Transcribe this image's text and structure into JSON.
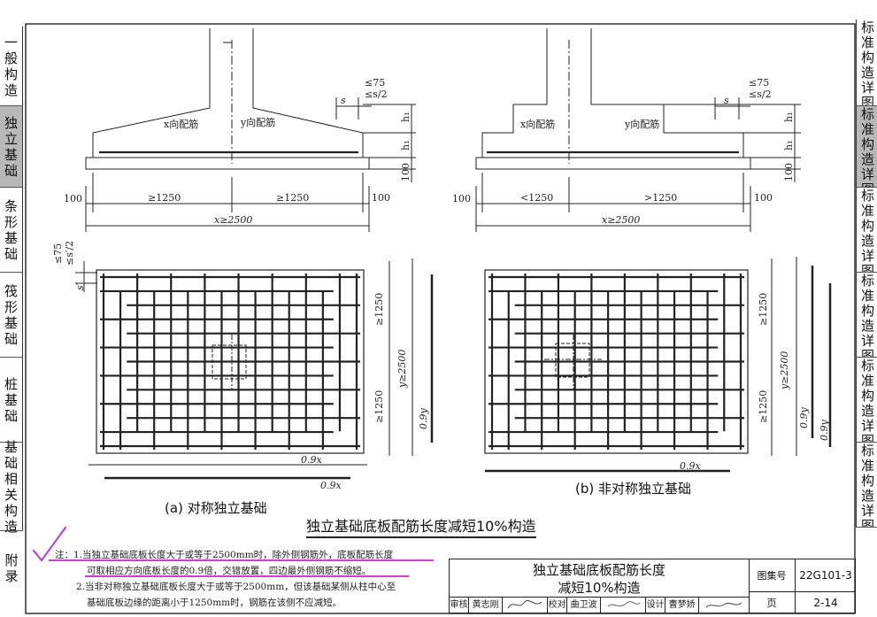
{
  "left_tabs": [
    {
      "label": "一般构造",
      "active": false
    },
    {
      "label": "独立基础",
      "active": true
    },
    {
      "label": "条形基础",
      "active": false
    },
    {
      "label": "筏形基础",
      "active": false
    },
    {
      "label": "桩基础",
      "active": false
    },
    {
      "label": "基础相关构造",
      "active": false
    },
    {
      "label": "附录",
      "active": false
    }
  ],
  "right_tabs": [
    {
      "label": "标准构造详图",
      "active": false
    },
    {
      "label": "标准构造详图",
      "active": true
    },
    {
      "label": "标准构造详图",
      "active": false
    },
    {
      "label": "标准构造详图",
      "active": false
    },
    {
      "label": "标准构造详图",
      "active": false
    },
    {
      "label": "标准构造详图",
      "active": false
    }
  ],
  "drawing_a": {
    "x_rebar": "x向配筋",
    "y_rebar": "y向配筋",
    "cover_75": "≤75",
    "cover_s2": "≤s/2",
    "s": "s",
    "h1": "h₁",
    "h1b": "h₁",
    "dim_100_b": "100",
    "dim_100_l": "100",
    "dim_100_r": "100",
    "dim_left": "≥1250",
    "dim_right": "≥1250",
    "dim_total": "x≥2500",
    "plan_cover_75": "≤75",
    "plan_cover_s2": "≤s′/2",
    "plan_s": "s′",
    "plan_top": "≥1250",
    "plan_bottom": "≥1250",
    "plan_y": "y≥2500",
    "plan_09y": "0.9y",
    "plan_09x_a": "0.9x",
    "plan_09x_b": "0.9x",
    "caption": "(a)  对称独立基础"
  },
  "drawing_b": {
    "x_rebar": "x向配筋",
    "y_rebar": "y向配筋",
    "cover_75": "≤75",
    "cover_s2": "≤s/2",
    "s": "s",
    "h1": "h₁",
    "h1b": "h₁",
    "dim_100_b": "100",
    "dim_100_l": "100",
    "dim_100_r": "100",
    "dim_left": "<1250",
    "dim_right": ">1250",
    "dim_total": "x≥2500",
    "plan_top": "≥1250",
    "plan_bottom": "≥1250",
    "plan_y": "y≥2500",
    "plan_09y_a": "0.9y",
    "plan_09y_b": "0.9y",
    "plan_09x": "0.9x",
    "caption": "(b)  非对称独立基础"
  },
  "main_title": "独立基础底板配筋长度减短10%构造",
  "notes": {
    "line1": "注：1.当独立基础底板长度大于或等于2500mm时，除外侧钢筋外，底板配筋长度",
    "line2": "可取相应方向底板长度的0.9倍，交错放置，四边最外侧钢筋不缩短。",
    "line3": "2.当非对称独立基础底板长度大于或等于2500mm，但该基础某侧从柱中心至",
    "line4": "基础底板边缘的距离小于1250mm时，钢筋在该侧不应减短。"
  },
  "title_block": {
    "title_line1": "独立基础底板配筋长度",
    "title_line2": "减短10%构造",
    "atlas_label": "图集号",
    "atlas_value": "22G101-3",
    "page_label": "页",
    "page_value": "2-14",
    "review_label": "审核",
    "review_name": "黄志刚",
    "check_label": "校对",
    "check_name": "曲卫波",
    "design_label": "设计",
    "design_name": "曹梦娇"
  },
  "colors": {
    "highlight": "#d63bd6",
    "checkmark": "#b04ad8",
    "tab_active": "#b8b8b8"
  }
}
